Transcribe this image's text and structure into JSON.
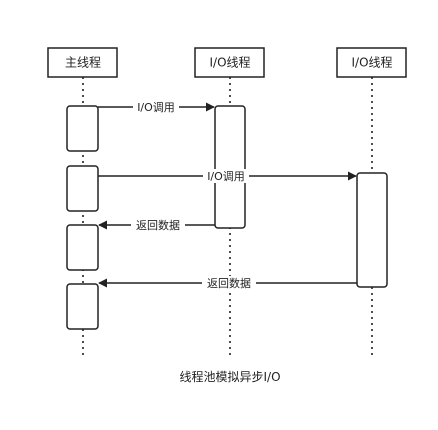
{
  "diagram": {
    "participants": [
      {
        "id": "main",
        "label": "主线程"
      },
      {
        "id": "io1",
        "label": "I/O线程"
      },
      {
        "id": "io2",
        "label": "I/O线程"
      }
    ],
    "messages": [
      {
        "label": "I/O调用",
        "from": "main",
        "to": "io1"
      },
      {
        "label": "I/O调用",
        "from": "main",
        "to": "io2"
      },
      {
        "label": "返回数据",
        "from": "io1",
        "to": "main"
      },
      {
        "label": "返回数据",
        "from": "io2",
        "to": "main"
      }
    ],
    "caption": "线程池模拟异步I/O"
  }
}
